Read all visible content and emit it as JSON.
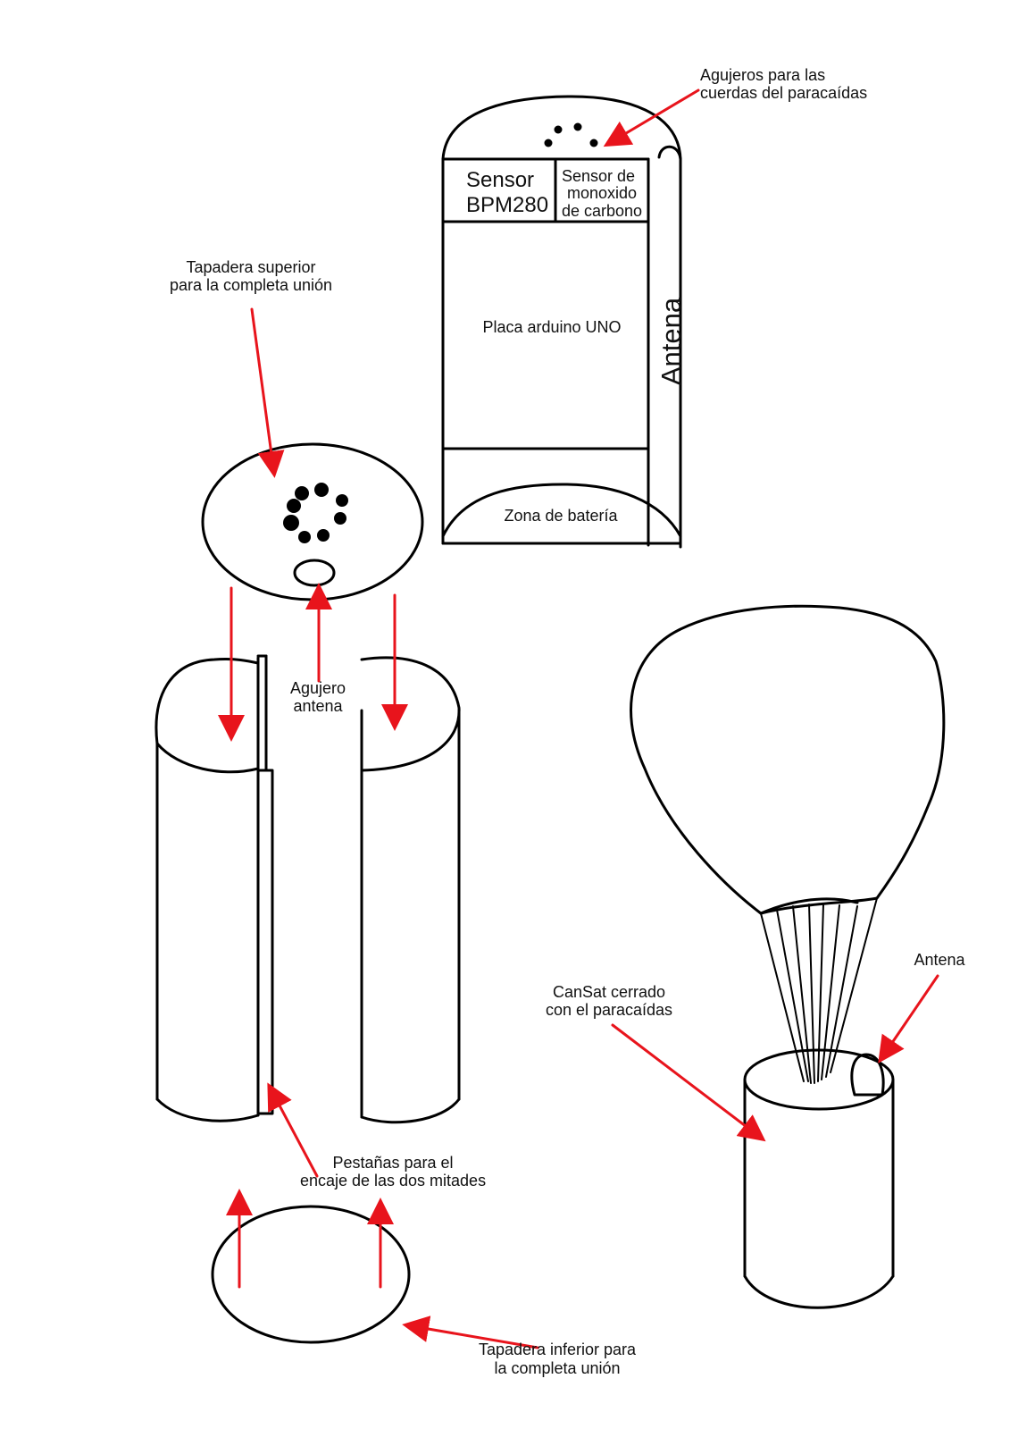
{
  "colors": {
    "ink": "#000000",
    "arrow": "#e8141c",
    "background": "#ffffff"
  },
  "labels": {
    "parachute_holes": [
      "Agujeros para las",
      "cuerdas del paracaídas"
    ],
    "sensor_bpm": [
      "Sensor",
      "BPM280"
    ],
    "sensor_co": [
      "Sensor de",
      "monoxido",
      "de carbono"
    ],
    "arduino": "Placa arduino UNO",
    "antenna_vertical": "Antena",
    "battery": "Zona de batería",
    "top_lid": [
      "Tapadera superior",
      "para la completa unión"
    ],
    "antenna_hole": [
      "Agujero",
      "antena"
    ],
    "tabs": [
      "Pestañas para el",
      "encaje de las dos mitades"
    ],
    "bottom_lid": [
      "Tapadera inferior para",
      "la completa unión"
    ],
    "closed_cansat": [
      "CanSat cerrado",
      "con el paracaídas"
    ],
    "antenna_right": "Antena"
  }
}
